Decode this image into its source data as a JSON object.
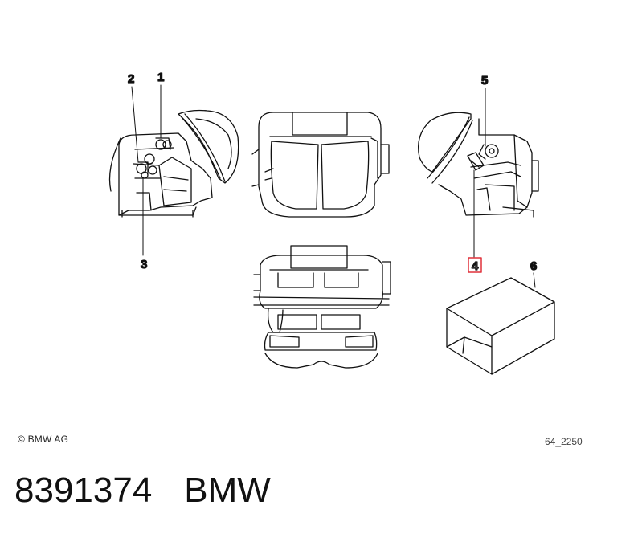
{
  "callouts": {
    "c1": "1",
    "c2": "2",
    "c3": "3",
    "c4": "4",
    "c5": "5",
    "c6": "6"
  },
  "highlighted_callout": "4",
  "highlight_color": "#e0303a",
  "copyright": "© BMW AG",
  "drawing_ref": "64_2250",
  "part_number": "8391374",
  "brand": "BMW"
}
